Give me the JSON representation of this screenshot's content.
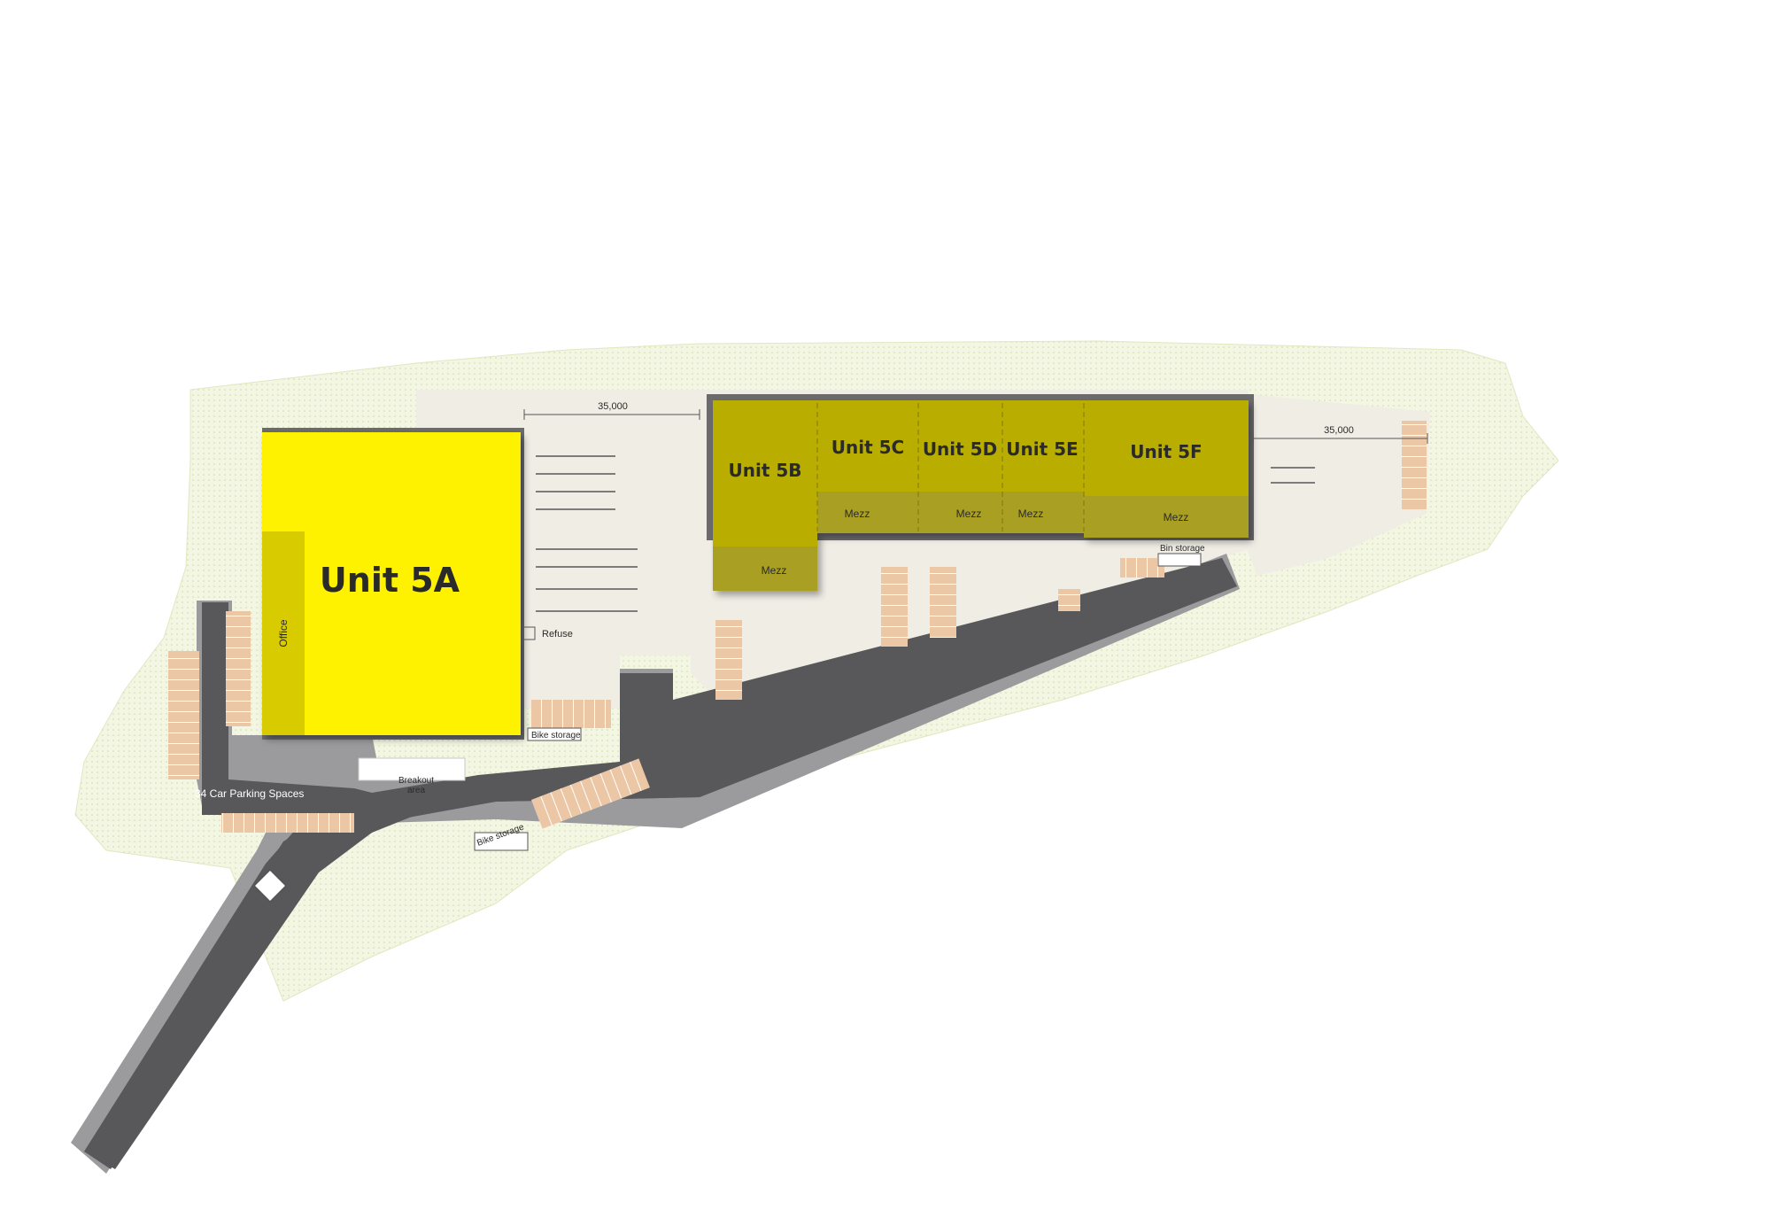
{
  "units": {
    "u5a": "Unit 5A",
    "u5b": "Unit 5B",
    "u5c": "Unit 5C",
    "u5d": "Unit 5D",
    "u5e": "Unit 5E",
    "u5f": "Unit 5F"
  },
  "labels": {
    "office": "Office",
    "mezz": "Mezz",
    "refuse": "Refuse",
    "bike_storage": "Bike storage",
    "bin_storage": "Bin storage",
    "breakout_line1": "Breakout",
    "breakout_line2": "area",
    "parking": "34 Car Parking Spaces",
    "dim_left": "35,000",
    "dim_right": "35,000"
  },
  "colors": {
    "unit_5a": "#fff200",
    "unit_5a_office": "#d8cc00",
    "units_5b_5f": "#b9ae00",
    "units_mezz": "#a99f20",
    "road": "#58585a",
    "kerb": "#9b9b9d",
    "yard": "#f0ede5",
    "parking_bay": "#ecc7a6",
    "landscape": "#eef3dc"
  }
}
